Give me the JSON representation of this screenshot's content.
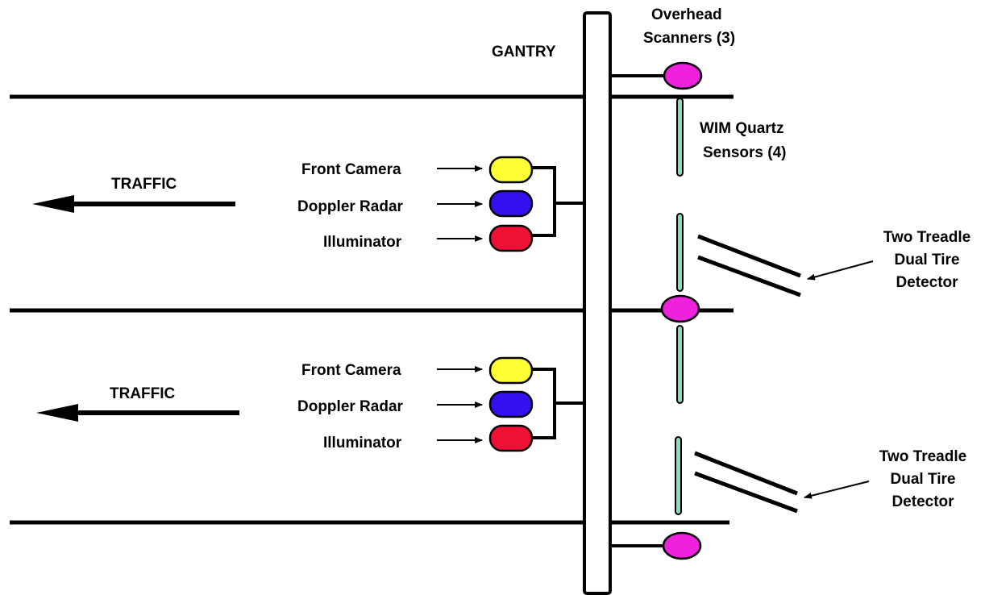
{
  "labels": {
    "gantry": "GANTRY",
    "overhead_line1": "Overhead",
    "overhead_line2": "Scanners (3)",
    "wim_line1": "WIM Quartz",
    "wim_line2": "Sensors (4)"
  },
  "lanes": [
    {
      "traffic": "TRAFFIC",
      "devices": [
        {
          "label": "Front Camera",
          "color": "#ffff33"
        },
        {
          "label": "Doppler Radar",
          "color": "#3311ee"
        },
        {
          "label": "Illuminator",
          "color": "#ee1133"
        }
      ],
      "detector": [
        "Two Treadle",
        "Dual Tire",
        "Detector"
      ]
    },
    {
      "traffic": "TRAFFIC",
      "devices": [
        {
          "label": "Front Camera",
          "color": "#ffff33"
        },
        {
          "label": "Doppler Radar",
          "color": "#3311ee"
        },
        {
          "label": "Illuminator",
          "color": "#ee1133"
        }
      ],
      "detector": [
        "Two Treadle",
        "Dual Tire",
        "Detector"
      ]
    }
  ],
  "colors": {
    "scanner": "#ee22dd",
    "sensor": "#88ddbb",
    "line": "#000000"
  }
}
